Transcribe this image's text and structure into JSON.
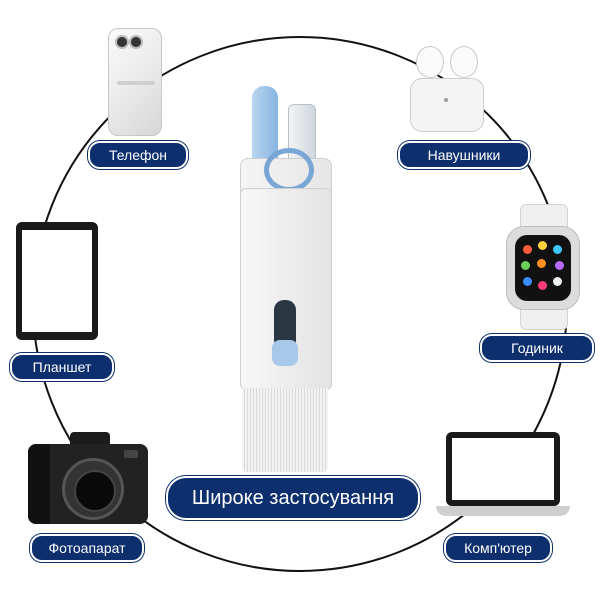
{
  "labels": {
    "phone": "Телефон",
    "earbuds": "Навушники",
    "tablet": "Планшет",
    "watch": "Годиник",
    "camera": "Фотоапарат",
    "computer": "Комп'ютер"
  },
  "center_caption": "Широке застосування",
  "colors": {
    "pill_bg": "#0d2f6e",
    "pill_text": "#ffffff",
    "accent_blue": "#86b4e0"
  },
  "icons": [
    "smartphone-icon",
    "earbuds-icon",
    "tablet-icon",
    "smartwatch-icon",
    "camera-icon",
    "laptop-icon",
    "cleaning-kit-icon"
  ]
}
